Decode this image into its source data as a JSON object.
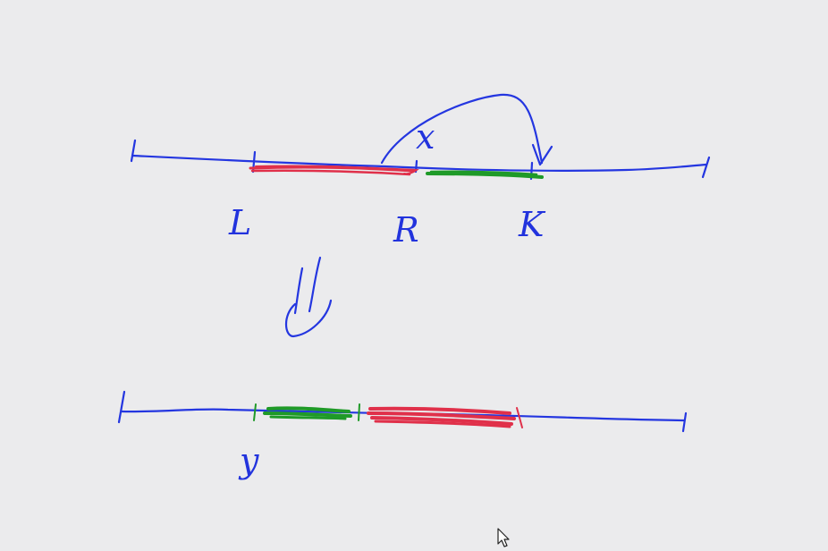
{
  "colors": {
    "background": "#ebebed",
    "blue": "#2436e0",
    "red": "#e0304a",
    "green": "#1f9a28"
  },
  "top_line": {
    "labels": {
      "left": "L",
      "right": "R",
      "k": "K",
      "x": "x"
    }
  },
  "transition": {
    "glyph": "⇓"
  },
  "bottom_line": {
    "labels": {
      "y": "y"
    }
  },
  "icons": {
    "cursor": "mouse-pointer-icon"
  }
}
